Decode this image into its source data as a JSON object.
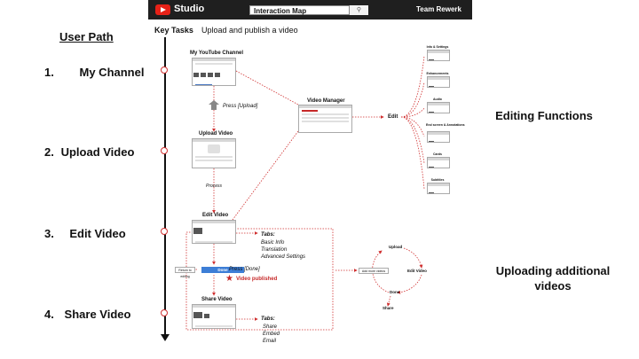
{
  "topbar": {
    "app_name": "Studio",
    "search_value": "Interaction Map",
    "team": "Team Rewerk"
  },
  "header": {
    "key_tasks": "Key Tasks",
    "key_tasks_desc": "Upload and publish a video"
  },
  "user_path": {
    "title": "User Path",
    "steps": [
      {
        "num": "1.",
        "label": "My Channel"
      },
      {
        "num": "2.",
        "label": "Upload Video"
      },
      {
        "num": "3.",
        "label": "Edit Video"
      },
      {
        "num": "4.",
        "label": "Share Video"
      }
    ]
  },
  "nodes": {
    "channel": "My YouTube Channel",
    "upload": "Upload Video",
    "edit": "Edit Video",
    "share": "Share Video",
    "manager": "Video Manager",
    "edit_hub": "Edit"
  },
  "editing_functions": {
    "title": "Editing Functions",
    "items": [
      "Info & Settings",
      "Enhancements",
      "Audio",
      "End screen & Annotations",
      "Cards",
      "Subtitles"
    ]
  },
  "flow": {
    "press_upload": "Press [Upload]",
    "process": "Process",
    "press_done": "Press [Done]",
    "done_button": "Done",
    "return_button": "Return to editing",
    "published": "Video published"
  },
  "edit_tabs": {
    "title": "Tabs:",
    "items": [
      "Basic Info",
      "Translation",
      "Advanced Settings"
    ]
  },
  "share_tabs": {
    "title": "Tabs:",
    "items": [
      "Share",
      "Embed",
      "Email"
    ]
  },
  "uploading": {
    "title": "Uploading additional videos",
    "add_button": "Add more videos",
    "cycle": [
      "Upload",
      "Edit Video",
      "Done"
    ],
    "exit": "Share"
  },
  "colors": {
    "accent": "#d03030",
    "brand": "#e62117",
    "topbar": "#1f1f1f",
    "button": "#3d7ed6"
  }
}
